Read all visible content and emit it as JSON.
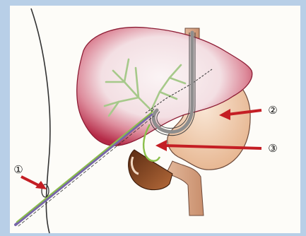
{
  "markers": [
    {
      "id": "1",
      "label": "①"
    },
    {
      "id": "2",
      "label": "②"
    },
    {
      "id": "3",
      "label": "③"
    }
  ],
  "colors": {
    "frame": "#b8cfe7",
    "paper": "#fdfcf8",
    "liver_outer": "#c43a55",
    "liver_inner": "#f6eef0",
    "bile_ducts": "#a6c98a",
    "duodenum": "#eec9a6",
    "stomach_tube": "#d9a888",
    "gallbladder_dark": "#9a4a1e",
    "stent": "#8e8e8e",
    "catheter_green": "#8bbf4a",
    "catheter_purple": "#7766a8",
    "arrow": "#c41e24"
  }
}
